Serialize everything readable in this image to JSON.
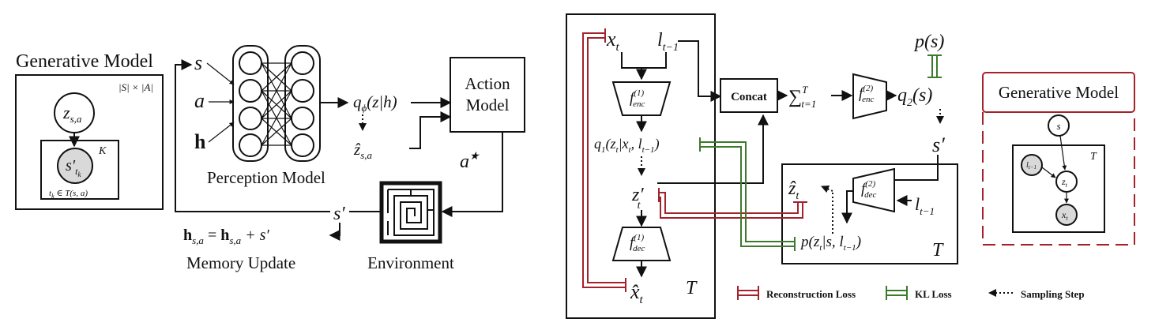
{
  "left": {
    "gen_title": "Generative Model",
    "plate_outer": "|S| × |A|",
    "z_main": "z",
    "z_sub": "s,a",
    "plate_k": "K",
    "s_prime_main": "s′",
    "s_prime_sub": "t",
    "s_prime_subsub": "k",
    "tk_caption": "t",
    "tk_sub": "k",
    "tk_rest": " ∈ T(s, a)",
    "in_s": "s",
    "in_a": "a",
    "in_h": "h",
    "perception_label": "Perception Model",
    "q_phi": "q",
    "q_phi_sub": "ϕ",
    "q_phi_rest": "(z|h)",
    "zhat": "ẑ",
    "zhat_sub": "s,a",
    "action_line1": "Action",
    "action_line2": "Model",
    "a_star": "a",
    "a_star_sup": "★",
    "s_prime_env": "s′",
    "memory_eq_h": "h",
    "memory_eq_sub": "s,a",
    "memory_eq_mid": " = ",
    "memory_eq_h2": "h",
    "memory_eq_sub2": "s,a",
    "memory_eq_rest": " + s′",
    "memory_label": "Memory Update",
    "environment_label": "Environment"
  },
  "right": {
    "x_t": "x",
    "x_t_sub": "t",
    "l_prev": "l",
    "l_prev_sub": "t−1",
    "f_enc1": "f",
    "f_enc1_sup": "(1)",
    "f_enc1_sub": "enc",
    "q1_text": "q",
    "q1_sub": "1",
    "q1_rest": "(z",
    "q1_zsub": "t",
    "q1_bar": "|x",
    "q1_xsub": "t",
    "q1_comma": ", l",
    "q1_lsub": "t−1",
    "q1_close": ")",
    "zprime": "z′",
    "zprime_sub": "t",
    "f_dec1": "f",
    "f_dec1_sup": "(1)",
    "f_dec1_sub": "dec",
    "xhat": "x̂",
    "xhat_sub": "t",
    "plate_T_left": "T",
    "concat_label": "Concat",
    "sum_text": "∑",
    "sum_sup": "T",
    "sum_sub": "t=1",
    "f_enc2": "f",
    "f_enc2_sup": "(2)",
    "f_enc2_sub": "enc",
    "q2": "q",
    "q2_sub": "2",
    "q2_rest": "(s)",
    "p_s": "p(s)",
    "s_prime": "s′",
    "zhat_t": "ẑ",
    "zhat_t_sub": "t",
    "f_dec2": "f",
    "f_dec2_sup": "(2)",
    "f_dec2_sub": "dec",
    "l_prev2": "l",
    "l_prev2_sub": "t−1",
    "p_z": "p(z",
    "p_z_sub": "t",
    "p_z_rest": "|s, l",
    "p_z_lsub": "t−1",
    "p_z_close": ")",
    "plate_T_right": "T",
    "gen_title": "Generative Model",
    "gm_s": "s",
    "gm_l": "l",
    "gm_l_sub": "t−1",
    "gm_z": "z",
    "gm_z_sub": "t",
    "gm_x": "x",
    "gm_x_sub": "t",
    "gm_T": "T"
  },
  "legend": {
    "recon": "Reconstruction Loss",
    "kl": "KL Loss",
    "sampling": "Sampling Step"
  },
  "colors": {
    "reconstruction": "#a3222c",
    "kl": "#3c7a2e",
    "ink": "#111111",
    "observed_fill": "#d9d9d9"
  }
}
